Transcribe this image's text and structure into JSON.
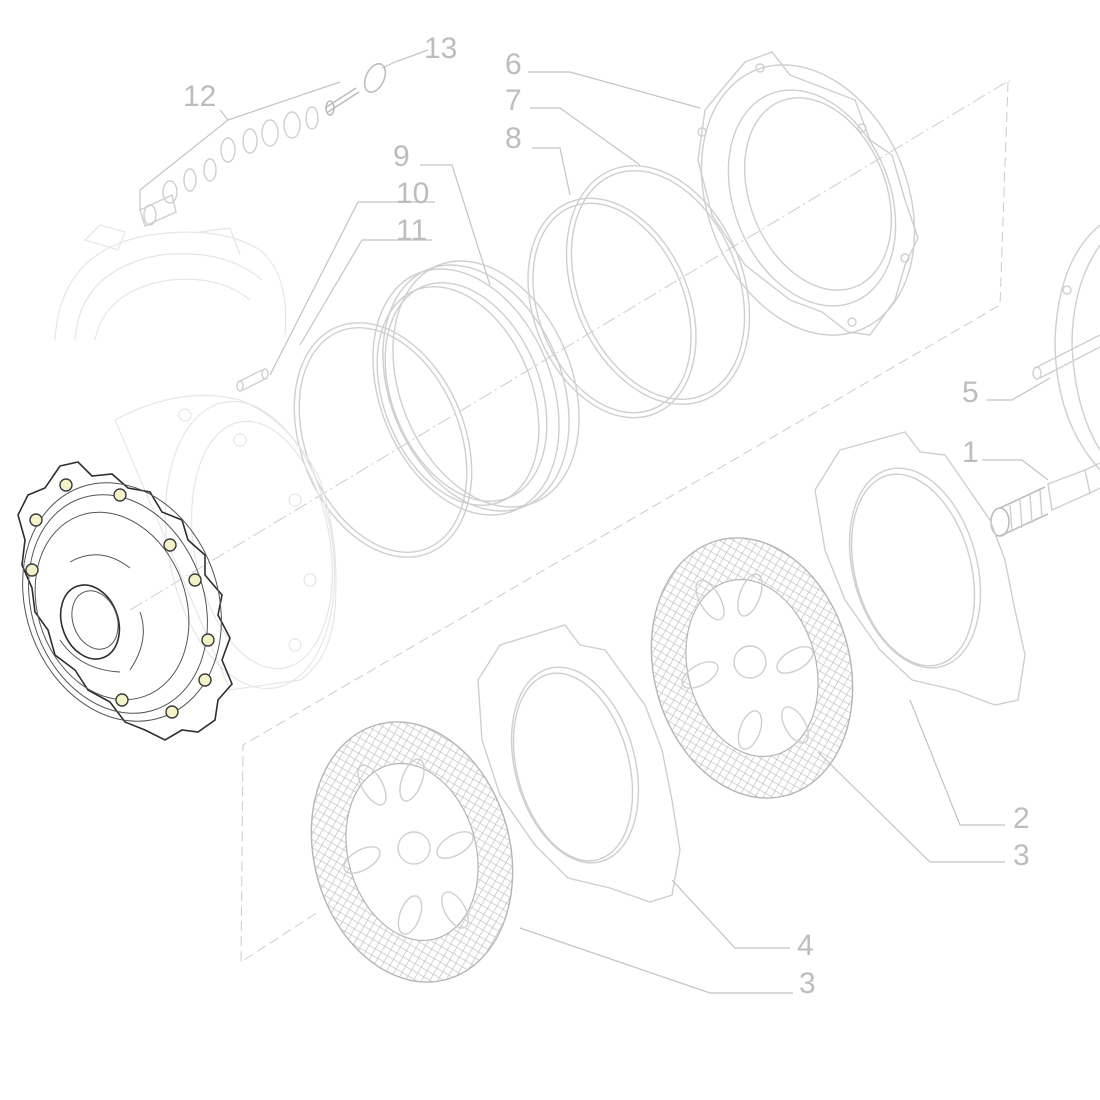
{
  "callouts": {
    "c1": "1",
    "c2": "2",
    "c3a": "3",
    "c3b": "3",
    "c4": "4",
    "c5": "5",
    "c6": "6",
    "c7": "7",
    "c8": "8",
    "c9": "9",
    "c10": "10",
    "c11": "11",
    "c12": "12",
    "c13": "13"
  },
  "colors": {
    "background": "#ffffff",
    "part_lines": "#cfcfcf",
    "callout_text": "#bdbdbd",
    "highlighted_part": "#2e2e2e",
    "bolt_hole_fill": "#f4f2c8"
  }
}
